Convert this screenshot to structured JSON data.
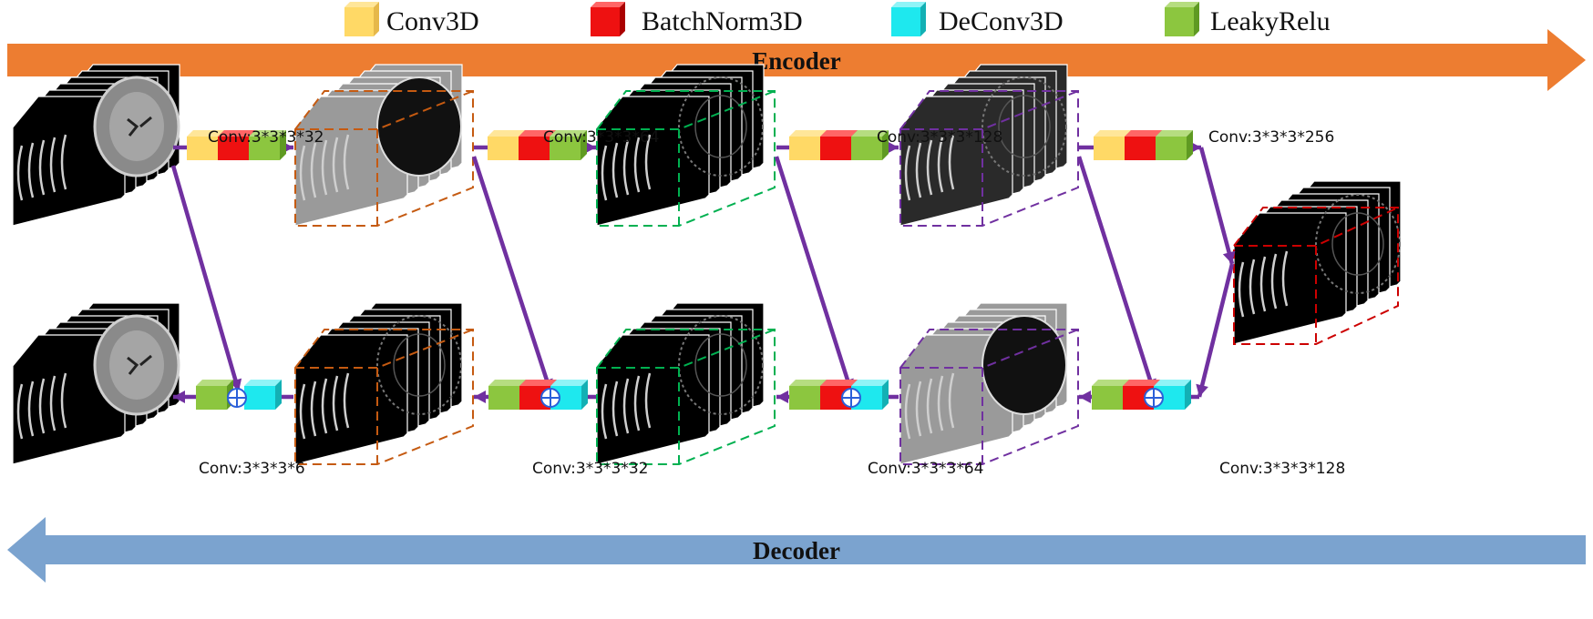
{
  "legend": {
    "items": [
      {
        "label": "Conv3D",
        "color": "#ffd966"
      },
      {
        "label": "BatchNorm3D",
        "color": "#ee1111"
      },
      {
        "label": "DeConv3D",
        "color": "#1ee8ee"
      },
      {
        "label": "LeakyRelu",
        "color": "#8cc63f"
      }
    ]
  },
  "encoder": {
    "label": "Encoder",
    "color": "#ed7d31"
  },
  "decoder": {
    "label": "Decoder",
    "color": "#7ba3cf"
  },
  "encoder_convs": [
    {
      "label": "Conv:3*3*3*32"
    },
    {
      "label": "Conv:3*3*3*64"
    },
    {
      "label": "Conv:3*3*3*128"
    },
    {
      "label": "Conv:3*3*3*256"
    }
  ],
  "decoder_convs": [
    {
      "label": "Conv:3*3*3*6"
    },
    {
      "label": "Conv:3*3*3*32"
    },
    {
      "label": "Conv:3*3*3*64"
    },
    {
      "label": "Conv:3*3*3*128"
    }
  ],
  "colors": {
    "arrow": "#7030a0",
    "orange_dash": "#c55a11",
    "green_dash": "#00b050",
    "purple_dash": "#7030a0",
    "red_dash": "#cc0000"
  },
  "volumes": [
    {
      "name": "input-volume",
      "tone": "dark-brain",
      "outline": ""
    },
    {
      "name": "enc-volume-1",
      "tone": "light-noise",
      "outline": "orange_dash"
    },
    {
      "name": "enc-volume-2",
      "tone": "black",
      "outline": "green_dash"
    },
    {
      "name": "enc-volume-3",
      "tone": "dark-noise",
      "outline": "purple_dash"
    },
    {
      "name": "bottleneck-volume",
      "tone": "black",
      "outline": "red_dash"
    },
    {
      "name": "output-volume",
      "tone": "dark-brain",
      "outline": ""
    },
    {
      "name": "dec-volume-1",
      "tone": "black",
      "outline": "orange_dash"
    },
    {
      "name": "dec-volume-2",
      "tone": "black",
      "outline": "green_dash"
    },
    {
      "name": "dec-volume-3",
      "tone": "light-noise",
      "outline": "purple_dash"
    }
  ]
}
